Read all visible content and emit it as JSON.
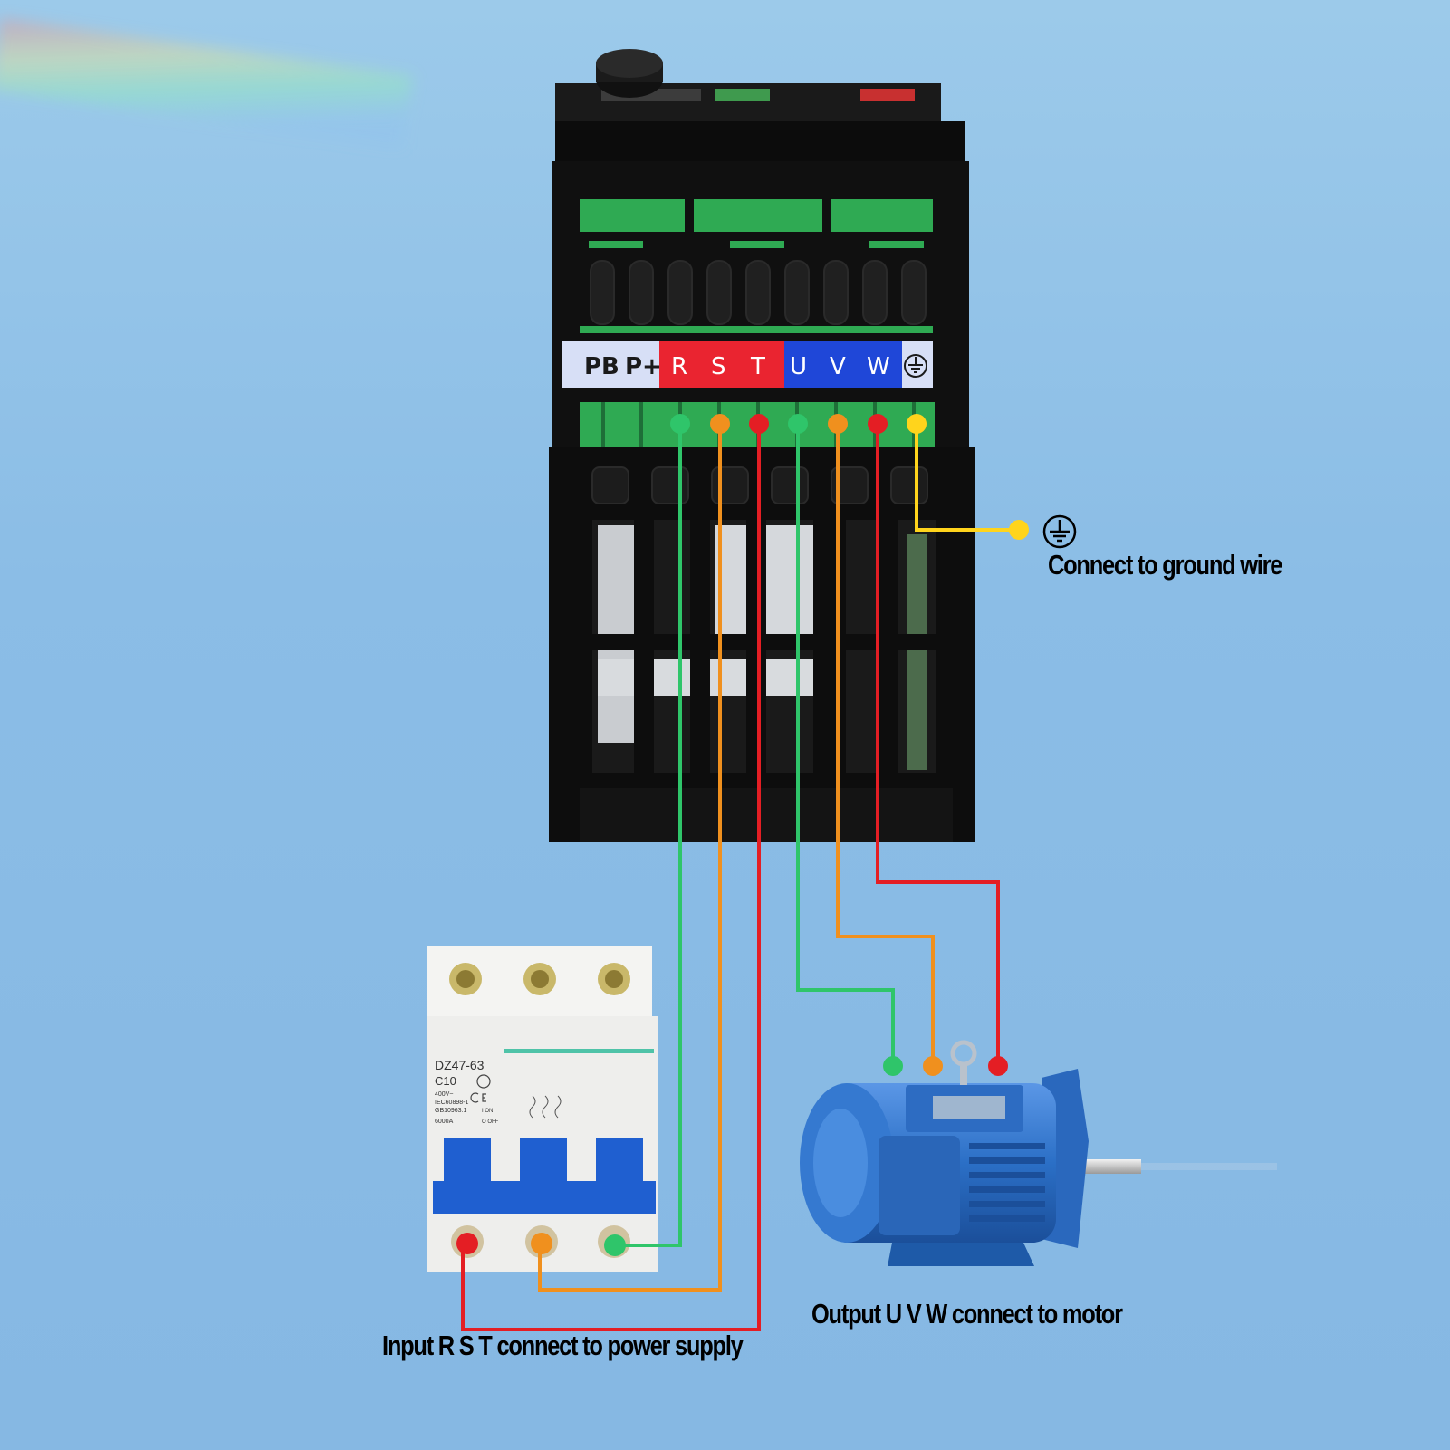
{
  "terminals": {
    "labels": [
      "PB",
      "P+",
      "R",
      "S",
      "T",
      "U",
      "V",
      "W"
    ],
    "ground_symbol": "earth-ground-icon"
  },
  "captions": {
    "ground": "Connect to ground wire",
    "input": "Input R S T connect to power supply",
    "output": "Output U V W connect to motor"
  },
  "breaker": {
    "model": "DZ47-63",
    "rating": "C10",
    "voltage": "400V~",
    "standard": "IEC60898-1",
    "gb": "GB10963.1",
    "on": "I ON",
    "off": "O OFF",
    "capacity": "6000A"
  },
  "colors": {
    "green": "#2fc56a",
    "orange": "#f0901e",
    "red": "#e41e24",
    "yellow": "#ffd41c",
    "motor_blue": "#2b6fc6",
    "breaker_blue": "#1f5fd0"
  }
}
